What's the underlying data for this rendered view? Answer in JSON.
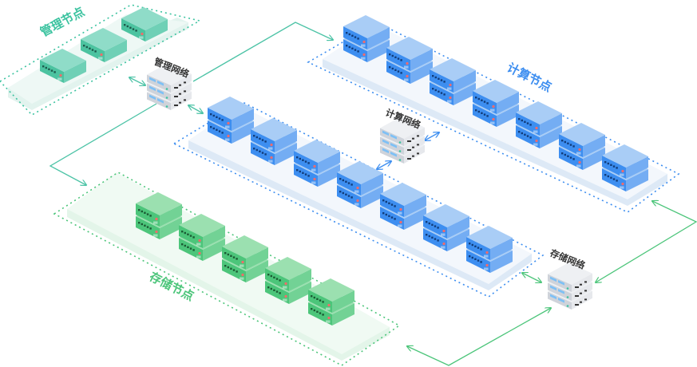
{
  "diagram": {
    "type": "isometric-network-topology",
    "colors": {
      "management": "#3cc3a0",
      "compute": "#3d8ef0",
      "storage": "#4cc57a",
      "switch_label": "#333333",
      "link_green": "#4cc57a",
      "link_teal": "#4cc3a6",
      "link_blue": "#3d8ef0"
    },
    "zones": [
      {
        "id": "management-nodes",
        "label": "管理节点",
        "color_key": "management",
        "server_count": 3,
        "stack_height": 1
      },
      {
        "id": "compute-nodes-upper",
        "label": "计算节点",
        "color_key": "compute",
        "server_count": 7,
        "stack_height": 2
      },
      {
        "id": "compute-nodes-lower",
        "label": "",
        "color_key": "compute",
        "server_count": 7,
        "stack_height": 2
      },
      {
        "id": "storage-nodes",
        "label": "存储节点",
        "color_key": "storage",
        "server_count": 5,
        "stack_height": 2
      }
    ],
    "switches": [
      {
        "id": "management-network",
        "label": "管理网络"
      },
      {
        "id": "compute-network",
        "label": "计算网络"
      },
      {
        "id": "storage-network",
        "label": "存储网络"
      }
    ],
    "links": [
      {
        "from": "management-network",
        "to": "management-nodes",
        "style": "double-arrow",
        "color_key": "link_teal"
      },
      {
        "from": "management-network",
        "to": "compute-nodes-lower",
        "style": "double-arrow",
        "color_key": "link_teal"
      },
      {
        "from": "management-network",
        "to": "compute-nodes-upper",
        "style": "arrow",
        "color_key": "link_teal"
      },
      {
        "from": "management-network",
        "to": "storage-nodes",
        "style": "arrow",
        "color_key": "link_teal"
      },
      {
        "from": "compute-network",
        "to": "compute-nodes-upper",
        "style": "double-arrow",
        "color_key": "link_blue"
      },
      {
        "from": "compute-network",
        "to": "compute-nodes-lower",
        "style": "double-arrow",
        "color_key": "link_blue"
      },
      {
        "from": "storage-network",
        "to": "compute-nodes-lower",
        "style": "double-arrow",
        "color_key": "link_green"
      },
      {
        "from": "storage-network",
        "to": "compute-nodes-upper",
        "style": "double-arrow",
        "color_key": "link_green"
      },
      {
        "from": "storage-network",
        "to": "storage-nodes",
        "style": "double-arrow",
        "color_key": "link_green"
      }
    ]
  }
}
